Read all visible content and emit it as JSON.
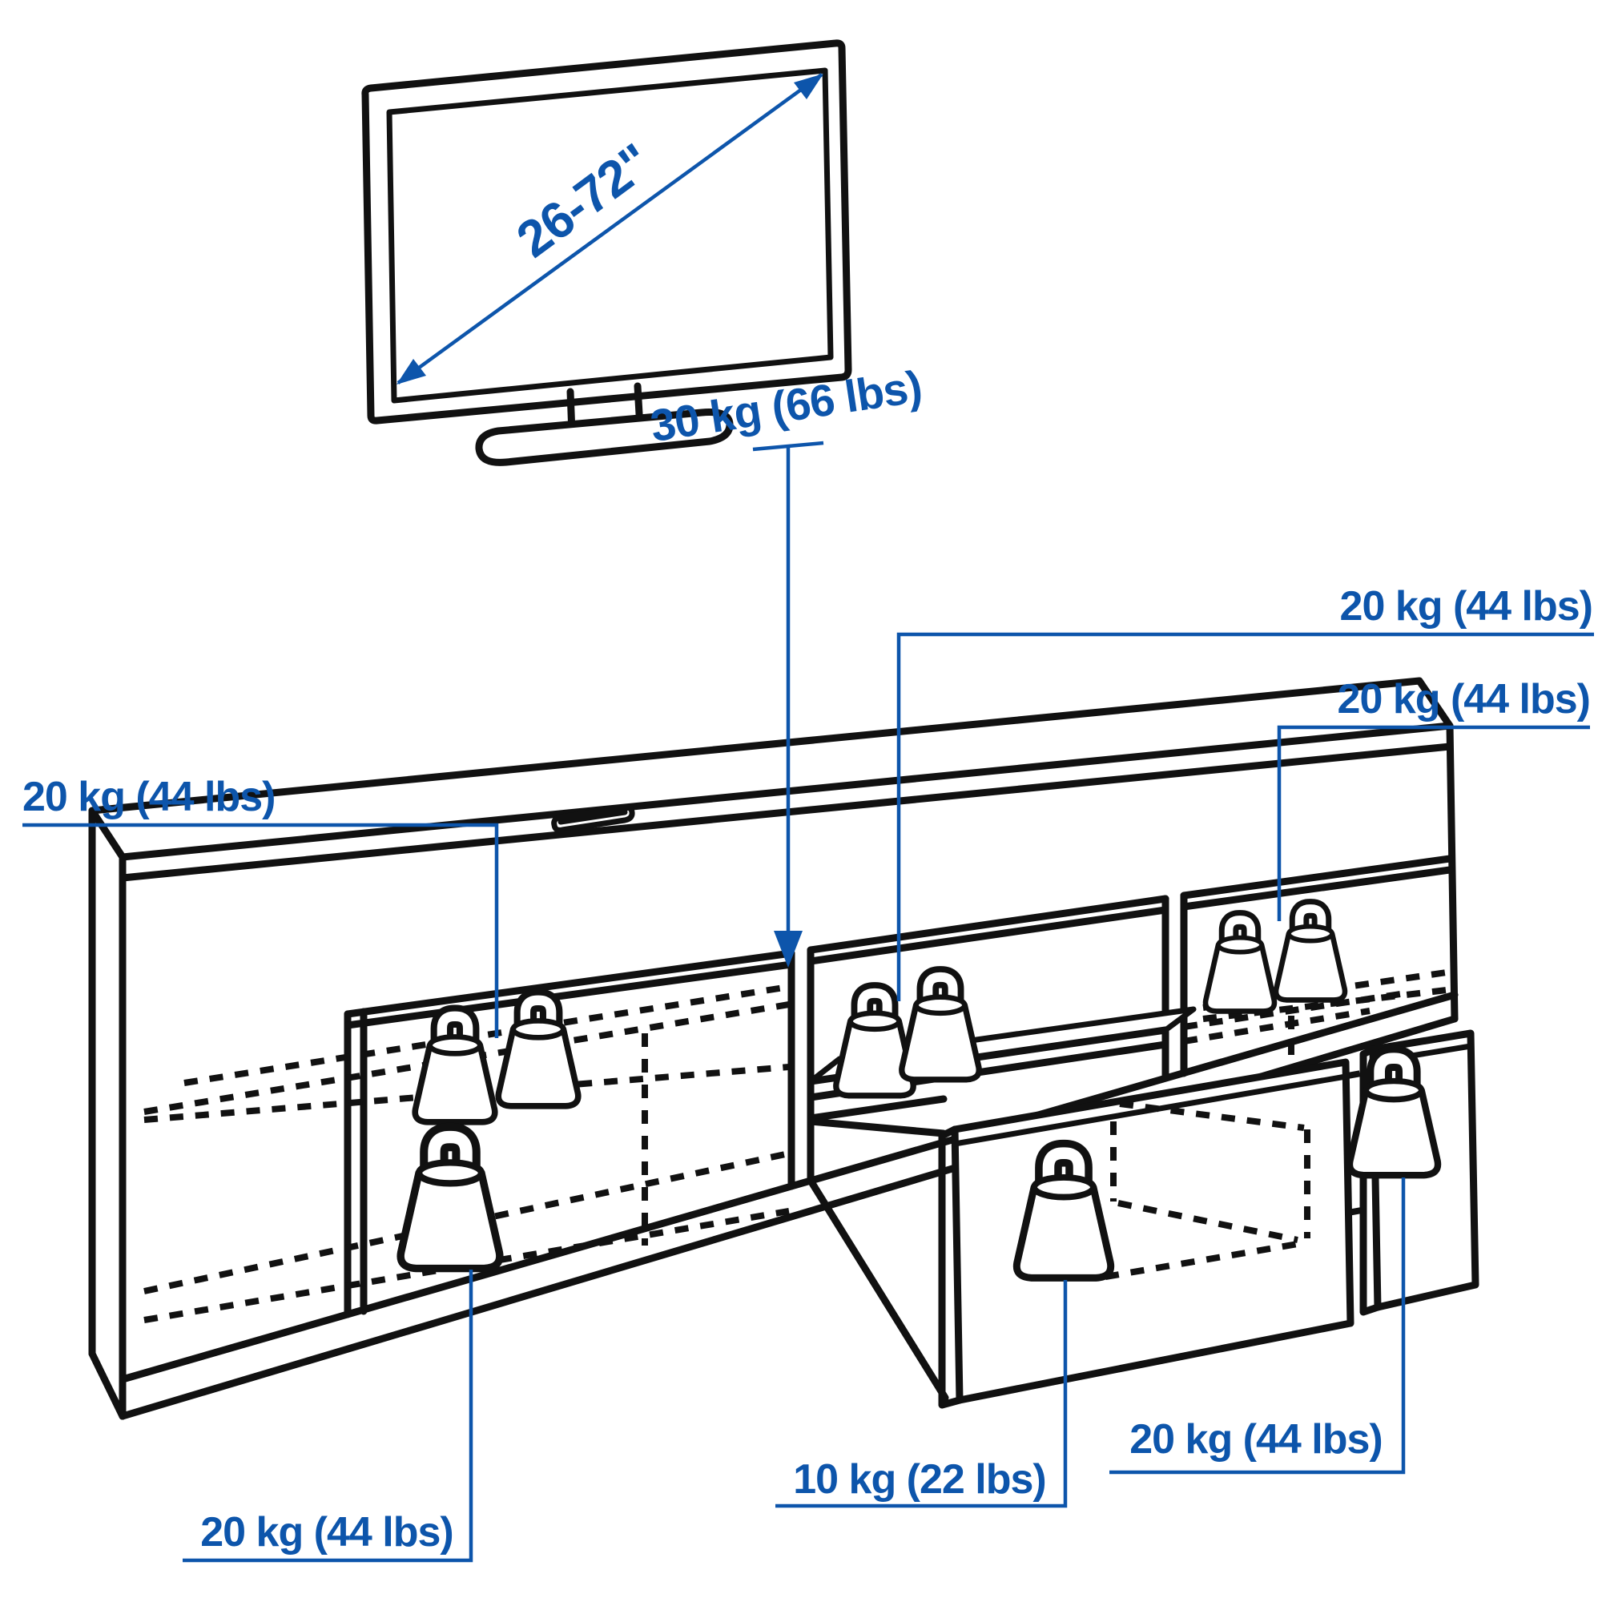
{
  "page": {
    "background": "#ffffff",
    "kind": "product-load-capacity-diagram"
  },
  "colors": {
    "line": "#111111",
    "accent": "#0d55ab",
    "background": "#ffffff"
  },
  "labels": {
    "tv_diagonal": "26-72\"",
    "tv_stand_load": "30 kg (66 lbs)",
    "left_shelf_load": "20 kg (44 lbs)",
    "middle_shelf_load": "20 kg (44 lbs)",
    "right_shelf_load": "20 kg (44 lbs)",
    "left_bottom_load": "20 kg (44 lbs)",
    "middle_drawer_load": "10 kg (22 lbs)",
    "right_drawer_load": "20 kg (44 lbs)"
  },
  "icons": {
    "weight": "kettlebell-weight-icon",
    "tv_diagonal_arrow": "double-headed-diagonal-arrow-icon",
    "load_arrow": "down-arrow-icon"
  }
}
